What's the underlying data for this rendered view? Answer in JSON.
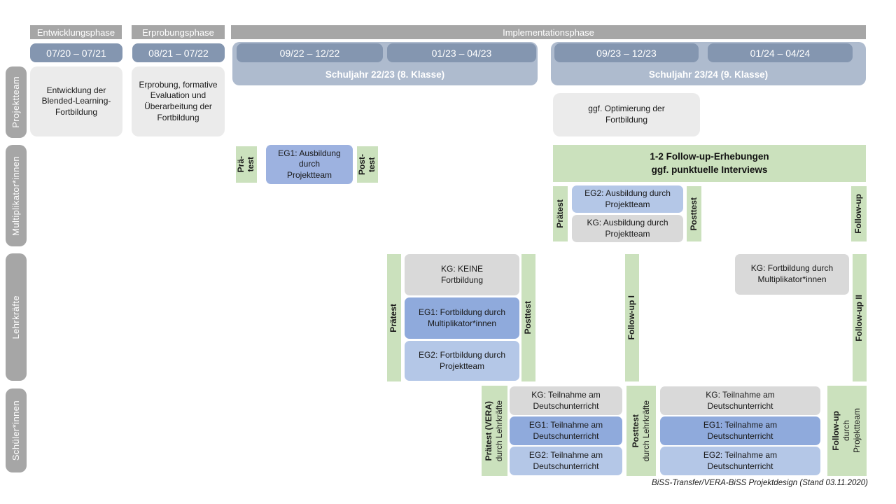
{
  "colors": {
    "phase_header_gray": "#a6a6a6",
    "date_bar_blue": "#8496b0",
    "schuljahr_band_blue": "#aebbce",
    "row_label_gray": "#a6a6a6",
    "projektteam_box_gray": "#ebebeb",
    "test_green": "#cbe1bd",
    "eg1_blue": "#8faadc",
    "eg2_blue": "#b4c7e7",
    "kg_gray": "#d9d9d9"
  },
  "phases": {
    "entwicklung": "Entwicklungsphase",
    "erprobung": "Erprobungsphase",
    "implementation": "Implementationsphase"
  },
  "dates": {
    "d1": "07/20 – 07/21",
    "d2": "08/21 – 07/22",
    "d3": "09/22 – 12/22",
    "d4": "01/23 – 04/23",
    "d5": "09/23 – 12/23",
    "d6": "01/24 – 04/24"
  },
  "schuljahre": {
    "sj1": "Schuljahr 22/23 (8. Klasse)",
    "sj2": "Schuljahr 23/24 (9. Klasse)"
  },
  "row_labels": {
    "projektteam": "Projektteam",
    "multiplikatoren": "Multiplikator*innen",
    "lehrkraefte": "Lehrkräfte",
    "schueler": "Schüler*innen"
  },
  "projektteam": {
    "entwicklung": "Entwicklung der Blended-Learning-Fortbildung",
    "erprobung": "Erprobung, formative Evaluation und Überarbeitung der Fortbildung",
    "optimierung": "ggf. Optimierung der Fortbildung"
  },
  "multiplikatoren": {
    "praetest_sj1": "Prä-\ntest",
    "eg1": "EG1: Ausbildung durch Projektteam",
    "posttest_sj1": "Post-\ntest",
    "followup_banner": "1-2 Follow-up-Erhebungen\nggf. punktuelle Interviews",
    "praetest_sj2": "Prätest",
    "eg2": "EG2: Ausbildung durch Projektteam",
    "kg": "KG: Ausbildung durch Projektteam",
    "posttest_sj2": "Posttest",
    "followup": "Follow-up"
  },
  "lehrkraefte": {
    "praetest": "Prätest",
    "kg": "KG: KEINE Fortbildung",
    "eg1": "EG1: Fortbildung durch Multiplikator*innen",
    "eg2": "EG2: Fortbildung durch Projektteam",
    "posttest": "Posttest",
    "followup1": "Follow-up I",
    "kg2": "KG: Fortbildung durch Multiplikator*innen",
    "followup2": "Follow-up II"
  },
  "schueler": {
    "praetest_title": "Prätest (VERA)",
    "praetest_sub": "durch  Lehrkräfte",
    "kg_sj1": "KG: Teilnahme am Deutschunterricht",
    "eg1_sj1": "EG1: Teilnahme am Deutschunterricht",
    "eg2_sj1": "EG2: Teilnahme am Deutschunterricht",
    "posttest_title": "Posttest",
    "posttest_sub": "durch  Lehrkräfte",
    "kg_sj2": "KG: Teilnahme am Deutschunterricht",
    "eg1_sj2": "EG1: Teilnahme am Deutschunterricht",
    "eg2_sj2": "EG2: Teilnahme am Deutschunterricht",
    "followup_title": "Follow-up",
    "followup_sub1": "durch",
    "followup_sub2": "Projektteam"
  },
  "footer": "BiSS-Transfer/VERA-BiSS Projektdesign (Stand 03.11.2020)"
}
